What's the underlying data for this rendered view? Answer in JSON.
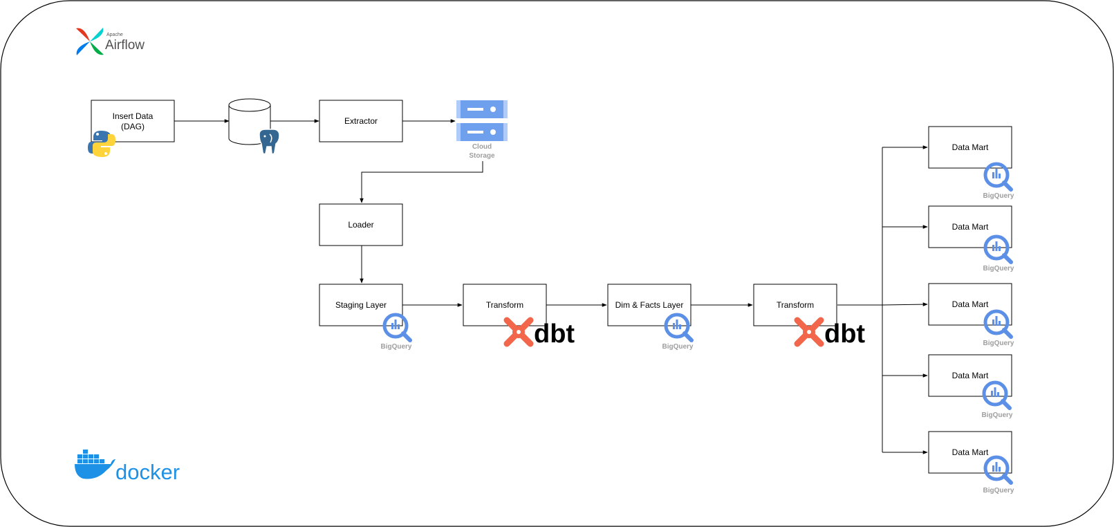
{
  "logos": {
    "airflow_small": "Apache",
    "airflow": "Airflow",
    "docker": "docker",
    "dbt": "dbt"
  },
  "nodes": {
    "insert_data": [
      "Insert Data",
      "(DAG)"
    ],
    "extractor": "Extractor",
    "loader": "Loader",
    "staging": "Staging Layer",
    "transform_1": "Transform",
    "dim_facts": "Dim & Facts Layer",
    "transform_2": "Transform",
    "data_marts": [
      "Data Mart",
      "Data Mart",
      "Data Mart",
      "Data Mart",
      "Data Mart"
    ]
  },
  "captions": {
    "cloud_storage": [
      "Cloud",
      "Storage"
    ],
    "bigquery": "BigQuery"
  },
  "colors": {
    "bigquery_blue": "#5c8fe6",
    "gcs_blue": "#6fa0ee",
    "dbt_orange": "#f2674c",
    "docker_blue": "#1d91e6",
    "python_blue": "#3a75b0",
    "python_yellow": "#ffd43b",
    "postgres_blue": "#336791",
    "airflow_red": "#e43921",
    "airflow_green": "#00ad46",
    "airflow_blue": "#017cee",
    "airflow_teal": "#04d1d0"
  }
}
